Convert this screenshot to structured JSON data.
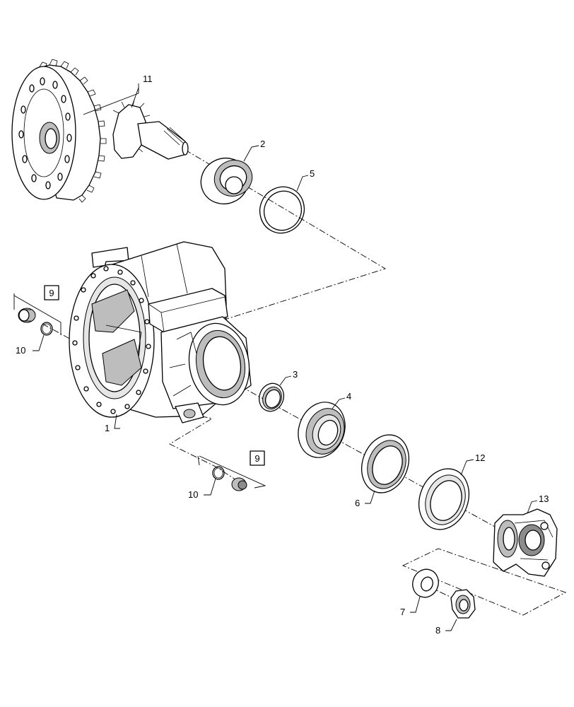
{
  "callouts": {
    "c1": "1",
    "c2": "2",
    "c3": "3",
    "c4": "4",
    "c5": "5",
    "c6": "6",
    "c7": "7",
    "c8": "8",
    "c9a": "9",
    "c9b": "9",
    "c10a": "10",
    "c10b": "10",
    "c11": "11",
    "c12": "12",
    "c13": "13"
  }
}
